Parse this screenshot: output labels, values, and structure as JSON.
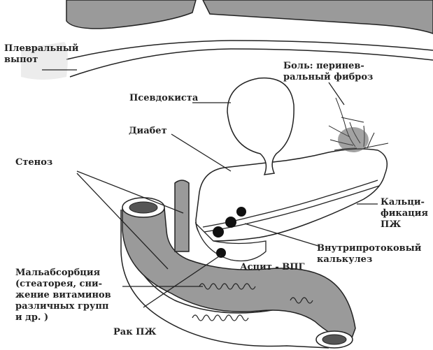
{
  "labels": {
    "pleural_effusion": [
      "Плевральный",
      "выпот"
    ],
    "pain_perineural": [
      "Боль: перинев-",
      "ральный фиброз"
    ],
    "pseudocyst": "Псевдокиста",
    "diabetes": "Диабет",
    "stenosis": "Стеноз",
    "calcification": [
      "Кальци-",
      "фикация",
      "ПЖ"
    ],
    "intraductal_calculosis": [
      "Внутрипротоковый",
      "калькулез"
    ],
    "ascites_vpg": "Асцит - ВПГ",
    "malabsorption": [
      "Мальабсорбция",
      "(стеаторея, сни-",
      "жение витаминов",
      "различных групп",
      "и др. )"
    ],
    "pancreatic_cancer": "Рак ПЖ"
  },
  "colors": {
    "line": "#222222",
    "fill_gray": "#9a9a9a",
    "fill_light": "#d9d9d9",
    "fill_white": "#ffffff",
    "dark": "#111111"
  }
}
